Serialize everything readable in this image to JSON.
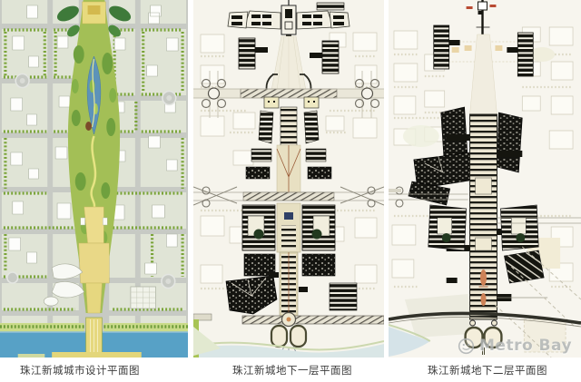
{
  "panels": [
    {
      "id": "urban-design-plan",
      "caption": "珠江新城城市设计平面图"
    },
    {
      "id": "underground-level1-plan",
      "caption": "珠江新城地下一层平面图"
    },
    {
      "id": "underground-level2-plan",
      "caption": "珠江新城地下二层平面图"
    }
  ],
  "watermark": {
    "text": "Metro Bay",
    "icon": "smiley-face-logo",
    "color": "#b2b6b6"
  },
  "palette": {
    "land_green": "#e0e4d6",
    "tree_green": "#7aa439",
    "axis_green": "#a3bf56",
    "plaza_yellow": "#e7da7e",
    "water_blue": "#57a1c6",
    "river_pale": "#d9e6e6",
    "paper_cream": "#f6f4ec",
    "ink_black": "#15150f",
    "accent_rust": "#9a5c38",
    "road_gray": "#c7cac4",
    "caption_text": "#3d3d3d"
  }
}
